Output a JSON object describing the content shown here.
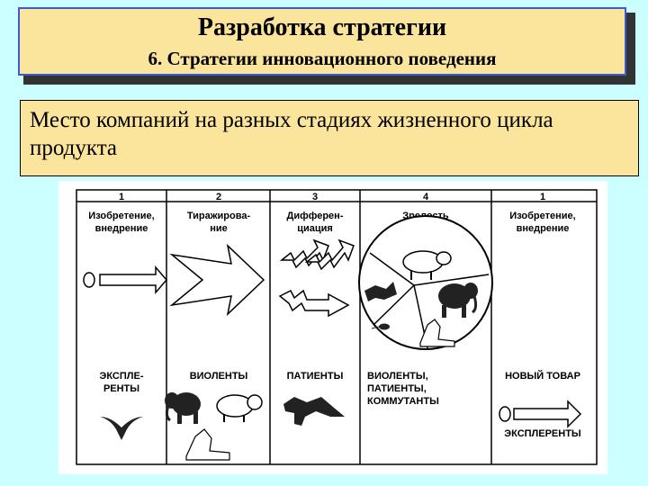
{
  "title": {
    "main": "Разработка стратегии",
    "sub": "6. Стратегии инновационного поведения"
  },
  "subtitle": "Место компаний на разных стадиях жизненного цикла продукта",
  "diagram": {
    "stages": [
      {
        "number": "1",
        "name_line1": "Изобретение,",
        "name_line2": "внедрение",
        "bottom_line1": "ЭКСПЛЕ-",
        "bottom_line2": "РЕНТЫ",
        "bottom_line3": ""
      },
      {
        "number": "2",
        "name_line1": "Тиражирова-",
        "name_line2": "ние",
        "bottom_line1": "ВИОЛЕНТЫ",
        "bottom_line2": "",
        "bottom_line3": ""
      },
      {
        "number": "3",
        "name_line1": "Дифферен-",
        "name_line2": "циация",
        "bottom_line1": "ПАТИЕНТЫ",
        "bottom_line2": "",
        "bottom_line3": ""
      },
      {
        "number": "4",
        "name_line1": "Зрелость",
        "name_line2": "",
        "bottom_line1": "ВИОЛЕНТЫ,",
        "bottom_line2": "ПАТИЕНТЫ,",
        "bottom_line3": "КОММУТАНТЫ"
      },
      {
        "number": "1",
        "name_line1": "Изобретение,",
        "name_line2": "внедрение",
        "bottom_line1": "НОВЫЙ ТОВАР",
        "bottom_line2": "",
        "bottom_line3": "ЭКСПЛЕРЕНТЫ"
      }
    ],
    "icons": [
      "circle-icon",
      "arrow-icon",
      "zigzag-arrow-icon",
      "pie-icon",
      "swallow-icon",
      "elephant-icon",
      "hippo-icon",
      "sphinx-icon",
      "fox-icon",
      "mouse-icon"
    ]
  }
}
